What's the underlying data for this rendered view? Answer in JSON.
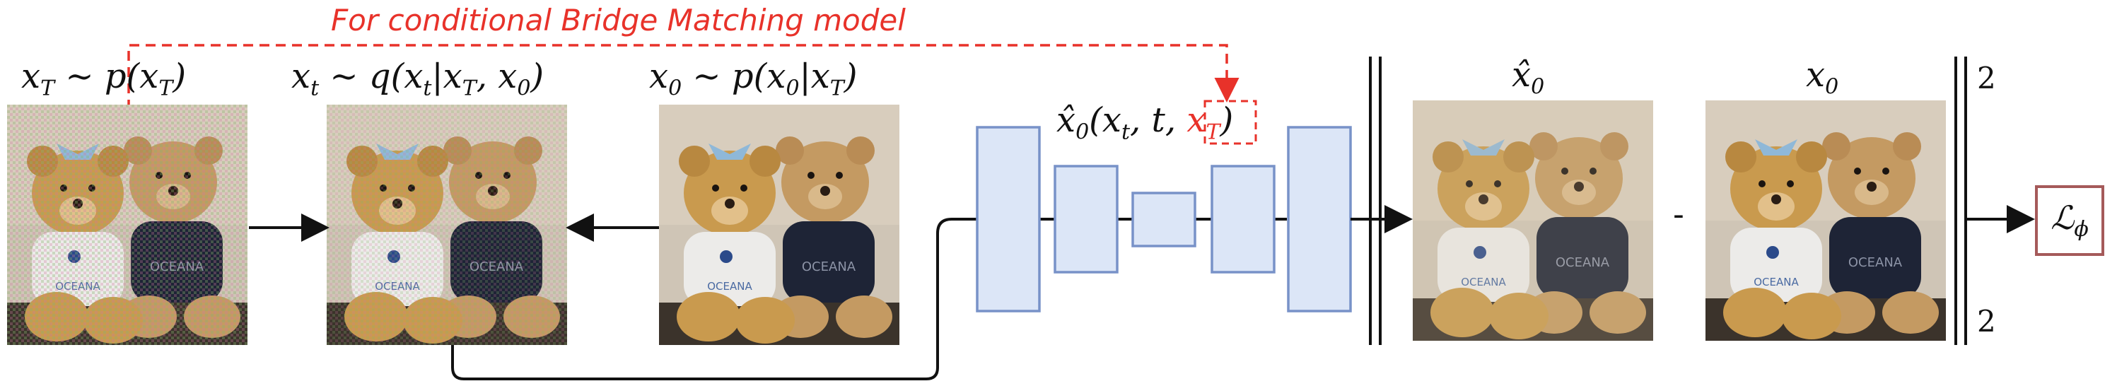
{
  "caption": "For conditional Bridge Matching model",
  "labels": {
    "xT_prefix": "x",
    "xT_sub": "T",
    "xT_rest": " ∼ p(x",
    "xT_sub2": "T",
    "xT_close": ")",
    "xt_prefix": "x",
    "xt_sub": "t",
    "xt_rest": " ∼ q(x",
    "xt_sub2": "t",
    "xt_mid": "|x",
    "xt_sub3": "T",
    "xt_mid2": ", x",
    "xt_sub4": "0",
    "xt_close": ")",
    "x0_prefix": "x",
    "x0_sub": "0",
    "x0_rest": " ∼ p(x",
    "x0_sub2": "0",
    "x0_mid": "|x",
    "x0_sub3": "T",
    "x0_close": ")",
    "net_prefix": "x̂",
    "net_sub": "0",
    "net_rest": "(x",
    "net_sub2": "t",
    "net_mid": ", t, ",
    "net_cond": "x",
    "net_cond_sub": "T",
    "net_close": ")",
    "pred_prefix": "x̂",
    "pred_sub": "0",
    "target_prefix": "x",
    "target_sub": "0",
    "minus": "-",
    "norm_exp": "2",
    "norm_sub": "2",
    "loss_symbol": "ℒ",
    "loss_sub": "ϕ"
  },
  "colors": {
    "accent_red": "#e8322a",
    "block_fill": "#dce6f7",
    "block_stroke": "#7892c8",
    "loss_border": "#a55a5a"
  },
  "icons": [
    "teddy-bear-photo-noisy",
    "teddy-bear-photo-interpolated",
    "teddy-bear-photo-clean",
    "teddy-bear-photo-predicted",
    "teddy-bear-photo-target"
  ]
}
